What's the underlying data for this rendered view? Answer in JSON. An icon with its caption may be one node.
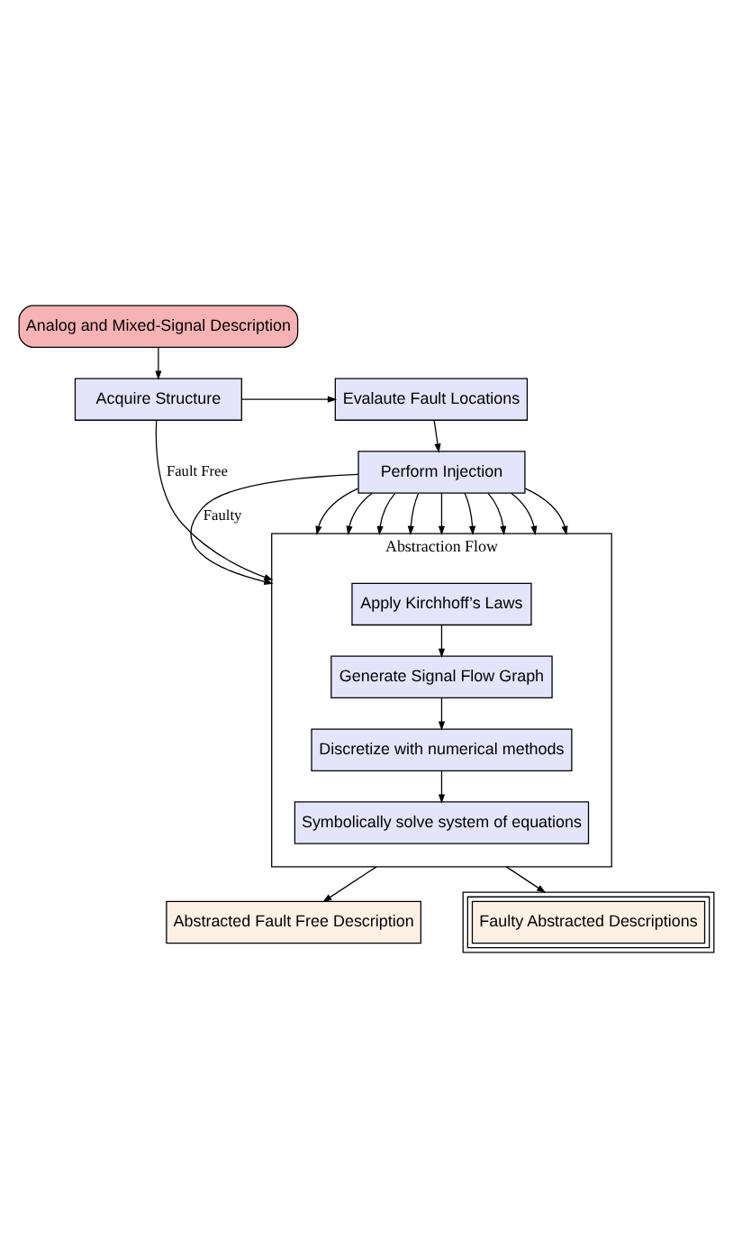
{
  "diagram": {
    "nodes": [
      {
        "text": [
          "Analog and Mixed-Signal Description"
        ]
      },
      {
        "text": [
          "Acquire Structure"
        ]
      },
      {
        "text": [
          "Evalaute Fault Locations"
        ]
      },
      {
        "text": [
          "Perform Injection"
        ]
      },
      {
        "text": [
          "Abstraction Flow"
        ]
      },
      {
        "text": [
          "Apply Kirchhoff’s Laws"
        ],
        "in": 4
      },
      {
        "text": [
          "Generate Signal Flow Graph"
        ],
        "in": 4
      },
      {
        "text": [
          "Discretize with numerical methods"
        ],
        "in": 4
      },
      {
        "text": [
          "Symbolically solve system of equations"
        ],
        "in": 4
      },
      {
        "text": [
          "Abstracted Fault Free Description"
        ]
      },
      {
        "text": [
          "Faulty Abstracted Descriptions"
        ]
      }
    ],
    "edges": [
      {
        "from": 0,
        "to": 1,
        "arrow": "to"
      },
      {
        "from": 1,
        "to": 2,
        "arrow": "to"
      },
      {
        "from": 2,
        "to": 3,
        "arrow": "to"
      },
      {
        "from": 1,
        "to": 4,
        "arrow": "to",
        "label": "Fault Free"
      },
      {
        "from": 3,
        "to": 4,
        "arrow": "to",
        "label": "Faulty"
      },
      {
        "from": 3,
        "to": 4,
        "arrow": "to"
      },
      {
        "from": 3,
        "to": 4,
        "arrow": "to"
      },
      {
        "from": 3,
        "to": 4,
        "arrow": "to"
      },
      {
        "from": 3,
        "to": 4,
        "arrow": "to"
      },
      {
        "from": 3,
        "to": 4,
        "arrow": "to"
      },
      {
        "from": 3,
        "to": 4,
        "arrow": "to"
      },
      {
        "from": 3,
        "to": 4,
        "arrow": "to"
      },
      {
        "from": 3,
        "to": 4,
        "arrow": "to"
      },
      {
        "from": 3,
        "to": 4,
        "arrow": "to"
      },
      {
        "from": 5,
        "to": 6,
        "arrow": "to"
      },
      {
        "from": 6,
        "to": 7,
        "arrow": "to"
      },
      {
        "from": 7,
        "to": 8,
        "arrow": "to"
      },
      {
        "from": 4,
        "to": 9,
        "arrow": "to"
      },
      {
        "from": 4,
        "to": 10,
        "arrow": "to"
      }
    ]
  }
}
